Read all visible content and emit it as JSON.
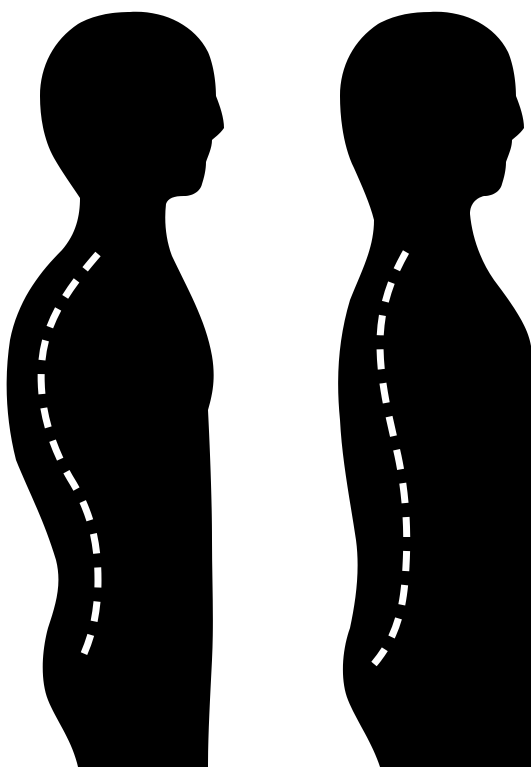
{
  "image": {
    "background_color": "#ffffff",
    "silhouette_color": "#000000",
    "spine_line_color": "#ffffff",
    "figures": [
      {
        "id": "left",
        "posture": "curved",
        "spine_style": "dashed"
      },
      {
        "id": "right",
        "posture": "straight",
        "spine_style": "dashed"
      }
    ]
  }
}
